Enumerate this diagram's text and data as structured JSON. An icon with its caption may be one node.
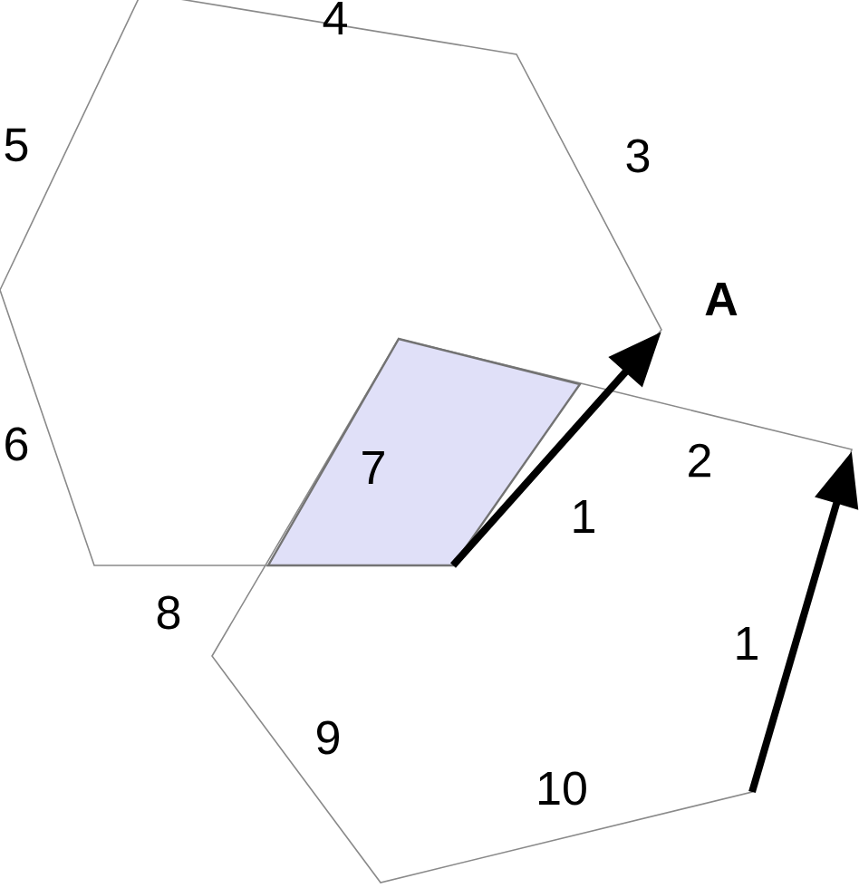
{
  "diagram": {
    "labels": [
      "4",
      "5",
      "3",
      "A",
      "7",
      "2",
      "6",
      "1",
      "8",
      "1",
      "9",
      "10"
    ]
  }
}
